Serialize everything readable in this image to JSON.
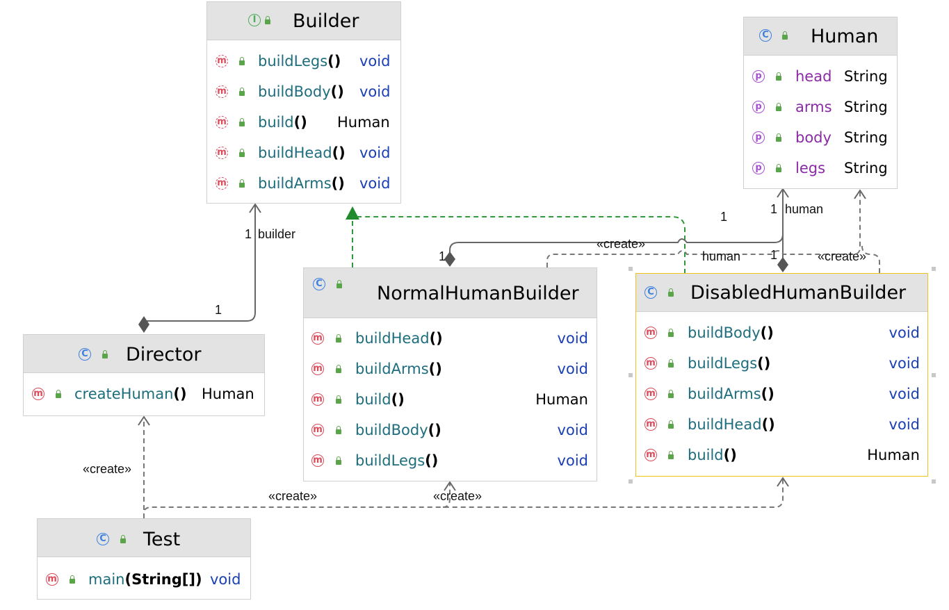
{
  "classes": {
    "builder": {
      "badge": "I",
      "name": "Builder",
      "members": [
        {
          "badge": "m",
          "name": "buildLegs",
          "parens": "()",
          "type": "void"
        },
        {
          "badge": "m",
          "name": "buildBody",
          "parens": "()",
          "type": "void"
        },
        {
          "badge": "m",
          "name": "build",
          "parens": "()",
          "type": "Human"
        },
        {
          "badge": "m",
          "name": "buildHead",
          "parens": "()",
          "type": "void"
        },
        {
          "badge": "m",
          "name": "buildArms",
          "parens": "()",
          "type": "void"
        }
      ]
    },
    "human": {
      "badge": "C",
      "name": "Human",
      "members": [
        {
          "badge": "p",
          "name": "head",
          "type": "String"
        },
        {
          "badge": "p",
          "name": "arms",
          "type": "String"
        },
        {
          "badge": "p",
          "name": "body",
          "type": "String"
        },
        {
          "badge": "p",
          "name": "legs",
          "type": "String"
        }
      ]
    },
    "director": {
      "badge": "C",
      "name": "Director",
      "members": [
        {
          "badge": "m",
          "name": "createHuman",
          "parens": "()",
          "type": "Human"
        }
      ]
    },
    "normal": {
      "badge": "C",
      "name": "NormalHumanBuilder",
      "members": [
        {
          "badge": "m",
          "name": "buildHead",
          "parens": "()",
          "type": "void"
        },
        {
          "badge": "m",
          "name": "buildArms",
          "parens": "()",
          "type": "void"
        },
        {
          "badge": "m",
          "name": "build",
          "parens": "()",
          "type": "Human"
        },
        {
          "badge": "m",
          "name": "buildBody",
          "parens": "()",
          "type": "void"
        },
        {
          "badge": "m",
          "name": "buildLegs",
          "parens": "()",
          "type": "void"
        }
      ]
    },
    "disabled": {
      "badge": "C",
      "name": "DisabledHumanBuilder",
      "members": [
        {
          "badge": "m",
          "name": "buildBody",
          "parens": "()",
          "type": "void"
        },
        {
          "badge": "m",
          "name": "buildLegs",
          "parens": "()",
          "type": "void"
        },
        {
          "badge": "m",
          "name": "buildArms",
          "parens": "()",
          "type": "void"
        },
        {
          "badge": "m",
          "name": "buildHead",
          "parens": "()",
          "type": "void"
        },
        {
          "badge": "m",
          "name": "build",
          "parens": "()",
          "type": "Human"
        }
      ]
    },
    "test": {
      "badge": "C",
      "name": "Test",
      "members": [
        {
          "badge": "m",
          "name": "main",
          "parens": "(String[])",
          "type": "void"
        }
      ]
    }
  },
  "labels": {
    "builder_mult": "1",
    "builder_role": "builder",
    "director_mult": "1",
    "human_mult_top": "1",
    "human_role_top": "human",
    "human_mult_left": "1",
    "normal_mult": "1",
    "create_normal_human": "«create»",
    "human_role_mid": "human",
    "human_mult_mid": "1",
    "create_disabled_human": "«create»",
    "create_test_director": "«create»",
    "create_test_normal": "«create»",
    "create_test_disabled": "«create»"
  },
  "colors": {
    "header_bg": "#e3e3e3",
    "border": "#cfcfcf",
    "selected_border": "#f0c419",
    "method_badge": "#d94a5a",
    "class_badge": "#3d7fe0",
    "interface_badge": "#4cae5a",
    "property_badge": "#a84fd0",
    "method_name": "#1d6d7d",
    "property_name": "#8c2aa6",
    "keyword": "#1a3fb5",
    "line": "#666666",
    "realization": "#2e9a3a"
  }
}
